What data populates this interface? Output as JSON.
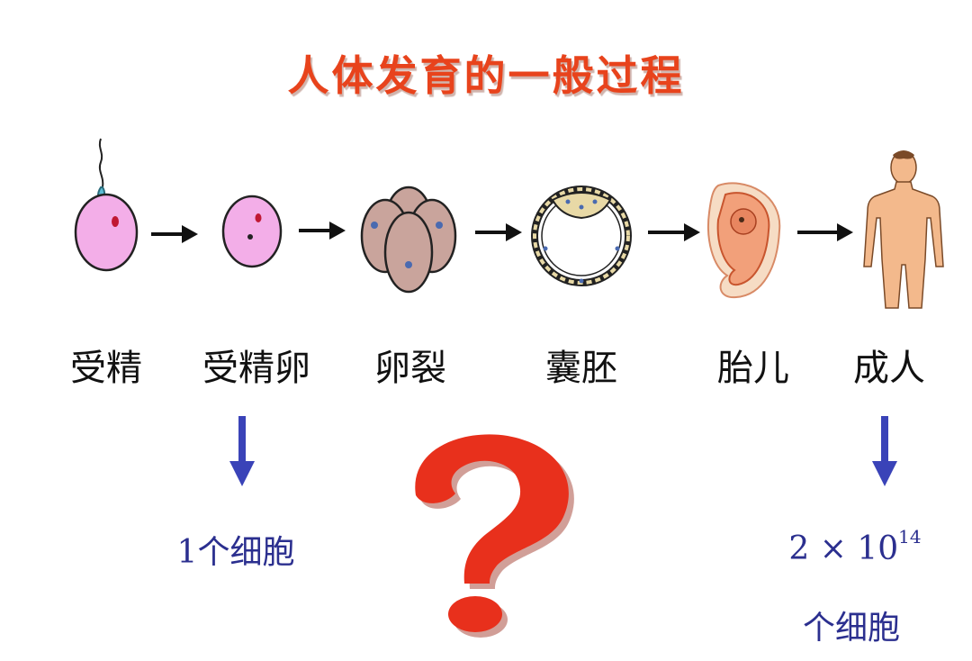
{
  "title": "人体发育的一般过程",
  "stages": [
    {
      "label": "受精",
      "icon": "fertilization-icon"
    },
    {
      "label": "受精卵",
      "icon": "fertilized-egg-icon"
    },
    {
      "label": "卵裂",
      "icon": "cleavage-icon"
    },
    {
      "label": "囊胚",
      "icon": "blastocyst-icon"
    },
    {
      "label": "胎儿",
      "icon": "fetus-icon"
    },
    {
      "label": "成人",
      "icon": "adult-human-icon"
    }
  ],
  "start_note": {
    "count": "1",
    "text": "个细胞"
  },
  "end_note": {
    "base": "2 × 10",
    "exponent": "14",
    "text": "个细胞"
  },
  "colors": {
    "title": "#e8431c",
    "note_text": "#2b2f8f",
    "down_arrow": "#3a43b8",
    "question_mark": "#e8301c"
  }
}
